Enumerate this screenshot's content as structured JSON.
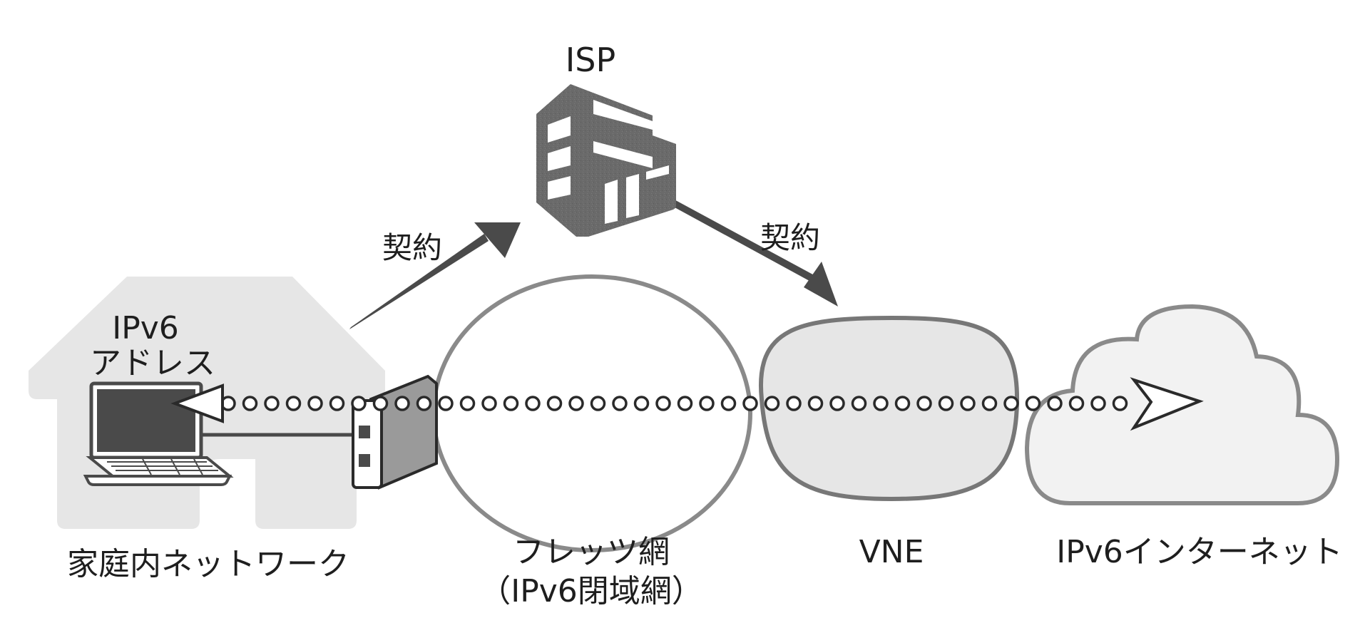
{
  "labels": {
    "isp": "ISP",
    "contract_left": "契約",
    "contract_right": "契約",
    "ipv6_address_line1": "IPv6",
    "ipv6_address_line2": "アドレス",
    "home_network": "家庭内ネットワーク",
    "flets_line1": "フレッツ網",
    "flets_line2": "（IPv6閉域網）",
    "vne": "VNE",
    "ipv6_internet": "IPv6インターネット"
  },
  "icons": {
    "house": "house-icon",
    "laptop": "laptop-icon",
    "router": "router-icon",
    "isp_building": "building-icon",
    "internet": "cloud-icon"
  },
  "colors": {
    "house_fill": "#e6e6e6",
    "dark_gray": "#4a4a4a",
    "ring_gray": "#8a8a8a",
    "vne_fill": "#e6e6e6",
    "cloud_fill": "#f2f2f2",
    "building_gray": "#666666",
    "text": "#1e1e1e"
  }
}
